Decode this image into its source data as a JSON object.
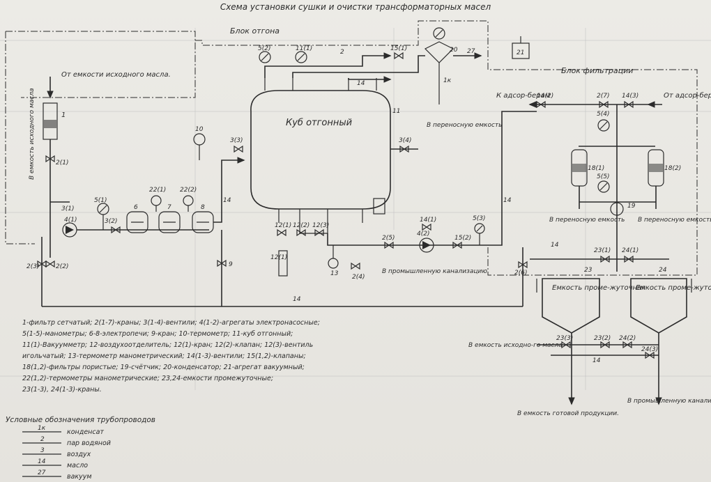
{
  "title": "Схема установки сушки и очистки трансформаторных масел",
  "blocks": {
    "distill": "Блок отгона",
    "filtration": "Блок фильтрации"
  },
  "labels": {
    "from_source_tank": "От емкости исходного масла.",
    "to_source_tank": "В емкость исходного масла",
    "kub": "Куб отгонный",
    "to_portable_1": "В переносную емкость",
    "to_industrial_1": "В промышленную канализацию",
    "to_adsorbers": "К адсор-берам",
    "from_adsorbers": "От адсор-беров",
    "to_portable_2": "В переносную емкость",
    "to_portable_3": "В переносную емкость",
    "tank_23": "Емкость проме-жуточная",
    "tank_24": "Емкость проме-жуточная",
    "to_source_tank_2": "В емкость исходно-го масла",
    "to_finished": "В емкость готовой продукции.",
    "to_industrial_2": "В промышленную канализацию"
  },
  "items": {
    "v3_1": "3(1)",
    "v3_2": "3(2)",
    "v3_3": "3(3)",
    "v3_4": "3(4)",
    "m5_1": "5(1)",
    "m5_2": "5(2)",
    "m5_3": "5(3)",
    "m5_4": "5(4)",
    "m5_5": "5(5)",
    "k2_1": "2(1)",
    "k2_2": "2(2)",
    "k2_3": "2(3)",
    "k2_4": "2(4)",
    "k2_5": "2(5)",
    "k2_6": "2(6)",
    "k2_7": "2(7)",
    "a4_1": "4(1)",
    "a4_2": "4(2)",
    "e6": "6",
    "e7": "7",
    "e8": "8",
    "t10": "10",
    "t11_1": "11(1)",
    "k12_1": "12(1)",
    "k12_2": "12(2)",
    "v12_3": "12(3)",
    "t13": "13",
    "v14_1": "14(1)",
    "v14_2": "14(2)",
    "v14_3": "14(3)",
    "k15_1": "15(1)",
    "k15_2": "15(2)",
    "f18_1": "18(1)",
    "f18_2": "18(2)",
    "c19": "19",
    "c20": "20",
    "a21": "21",
    "m22_1": "22(1)",
    "m22_2": "22(2)",
    "k23_1": "23(1)",
    "k23_2": "23(2)",
    "k23_3": "23(3)",
    "k24_1": "24(1)",
    "k24_2": "24(2)",
    "k24_3": "24(3)",
    "n11": "11",
    "n14": "14",
    "n23": "23",
    "n24": "24",
    "n1": "1",
    "n2": "2",
    "n27": "27",
    "n9": "9",
    "n1k": "1к"
  },
  "legend": [
    "1-фильтр сетчатый; 2(1-7)-краны; 3(1-4)-вентили; 4(1-2)-агрегаты электронасосные;",
    "5(1-5)-манометры; 6-8-электропечи; 9-кран; 10-термометр; 11-куб отгонный;",
    "11(1)-Вакуумметр; 12-воздухоотделитель; 12(1)-кран; 12(2)-клапан; 12(3)-вентиль",
    "игольчатый; 13-термометр манометрический; 14(1-3)-вентили; 15(1,2)-клапаны;",
    "18(1,2)-фильтры пористые; 19-счётчик; 20-конденсатор; 21-агрегат вакуумный;",
    "22(1,2)-термометры манометрические; 23,24-емкости промежуточные;",
    "23(1-3), 24(1-3)-краны."
  ],
  "pipe_legend": {
    "title": "Условные обозначения трубопроводов",
    "rows": [
      {
        "code": "1к",
        "name": "конденсат"
      },
      {
        "code": "2",
        "name": "пар водяной"
      },
      {
        "code": "3",
        "name": "воздух"
      },
      {
        "code": "14",
        "name": "масло"
      },
      {
        "code": "27",
        "name": "вакуум"
      }
    ]
  }
}
